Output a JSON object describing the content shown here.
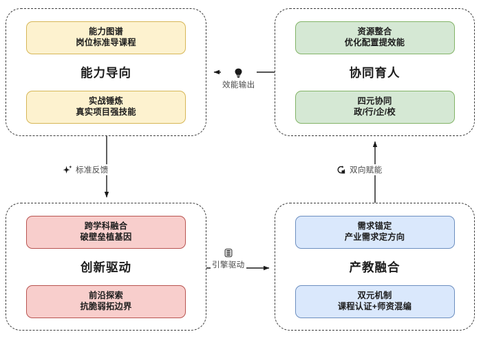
{
  "diagram": {
    "title_hidden": "",
    "palette": {
      "amber_fill": "#fdf2cf",
      "amber_border": "#d6b656",
      "green_fill": "#d5e8d4",
      "green_border": "#82b366",
      "pink_fill": "#f8cecc",
      "pink_border": "#b85450",
      "blue_fill": "#dae8fc",
      "blue_border": "#6c8ebf",
      "container_border": "#3a3a3a",
      "connector": "#1a1a1a",
      "label_text": "#4a4a4a",
      "card_text": "#1d1d1d"
    },
    "quadrants": [
      {
        "id": "ability-orientation",
        "title": "能力导向",
        "cards": [
          {
            "line1": "能力图谱",
            "line2": "岗位标准导课程"
          },
          {
            "line1": "实战锤炼",
            "line2": "真实项目强技能"
          }
        ]
      },
      {
        "id": "collaborative-education",
        "title": "协同育人",
        "cards": [
          {
            "line1": "资源整合",
            "line2": "优化配置提效能"
          },
          {
            "line1": "四元协同",
            "line2": "政/行/企/校"
          }
        ]
      },
      {
        "id": "innovation-driven",
        "title": "创新驱动",
        "cards": [
          {
            "line1": "跨学科融合",
            "line2": "破壁垒植基因"
          },
          {
            "line1": "前沿探索",
            "line2": "抗脆弱拓边界"
          }
        ]
      },
      {
        "id": "industry-education-integration",
        "title": "产教融合",
        "cards": [
          {
            "line1": "需求锚定",
            "line2": "产业需求定方向"
          },
          {
            "line1": "双元机制",
            "line2": "课程认证+师资混编"
          }
        ]
      }
    ],
    "connectors": [
      {
        "id": "efficiency-output",
        "label": "效能输出",
        "icon": "lightbulb-icon",
        "from": "collaborative-education",
        "to": "ability-orientation",
        "direction": "right-to-left"
      },
      {
        "id": "standard-feedback",
        "label": "标准反馈",
        "icon": "sparkle-icon",
        "from": "ability-orientation",
        "to": "innovation-driven",
        "direction": "top-to-bottom"
      },
      {
        "id": "bidirectional-empowerment",
        "label": "双向赋能",
        "icon": "sync-icon",
        "from": "industry-education-integration",
        "to": "collaborative-education",
        "direction": "bottom-to-top"
      },
      {
        "id": "engine-drive",
        "label": "引擎驱动",
        "icon": "database-icon",
        "from": "innovation-driven",
        "to": "industry-education-integration",
        "direction": "left-to-right"
      }
    ]
  }
}
